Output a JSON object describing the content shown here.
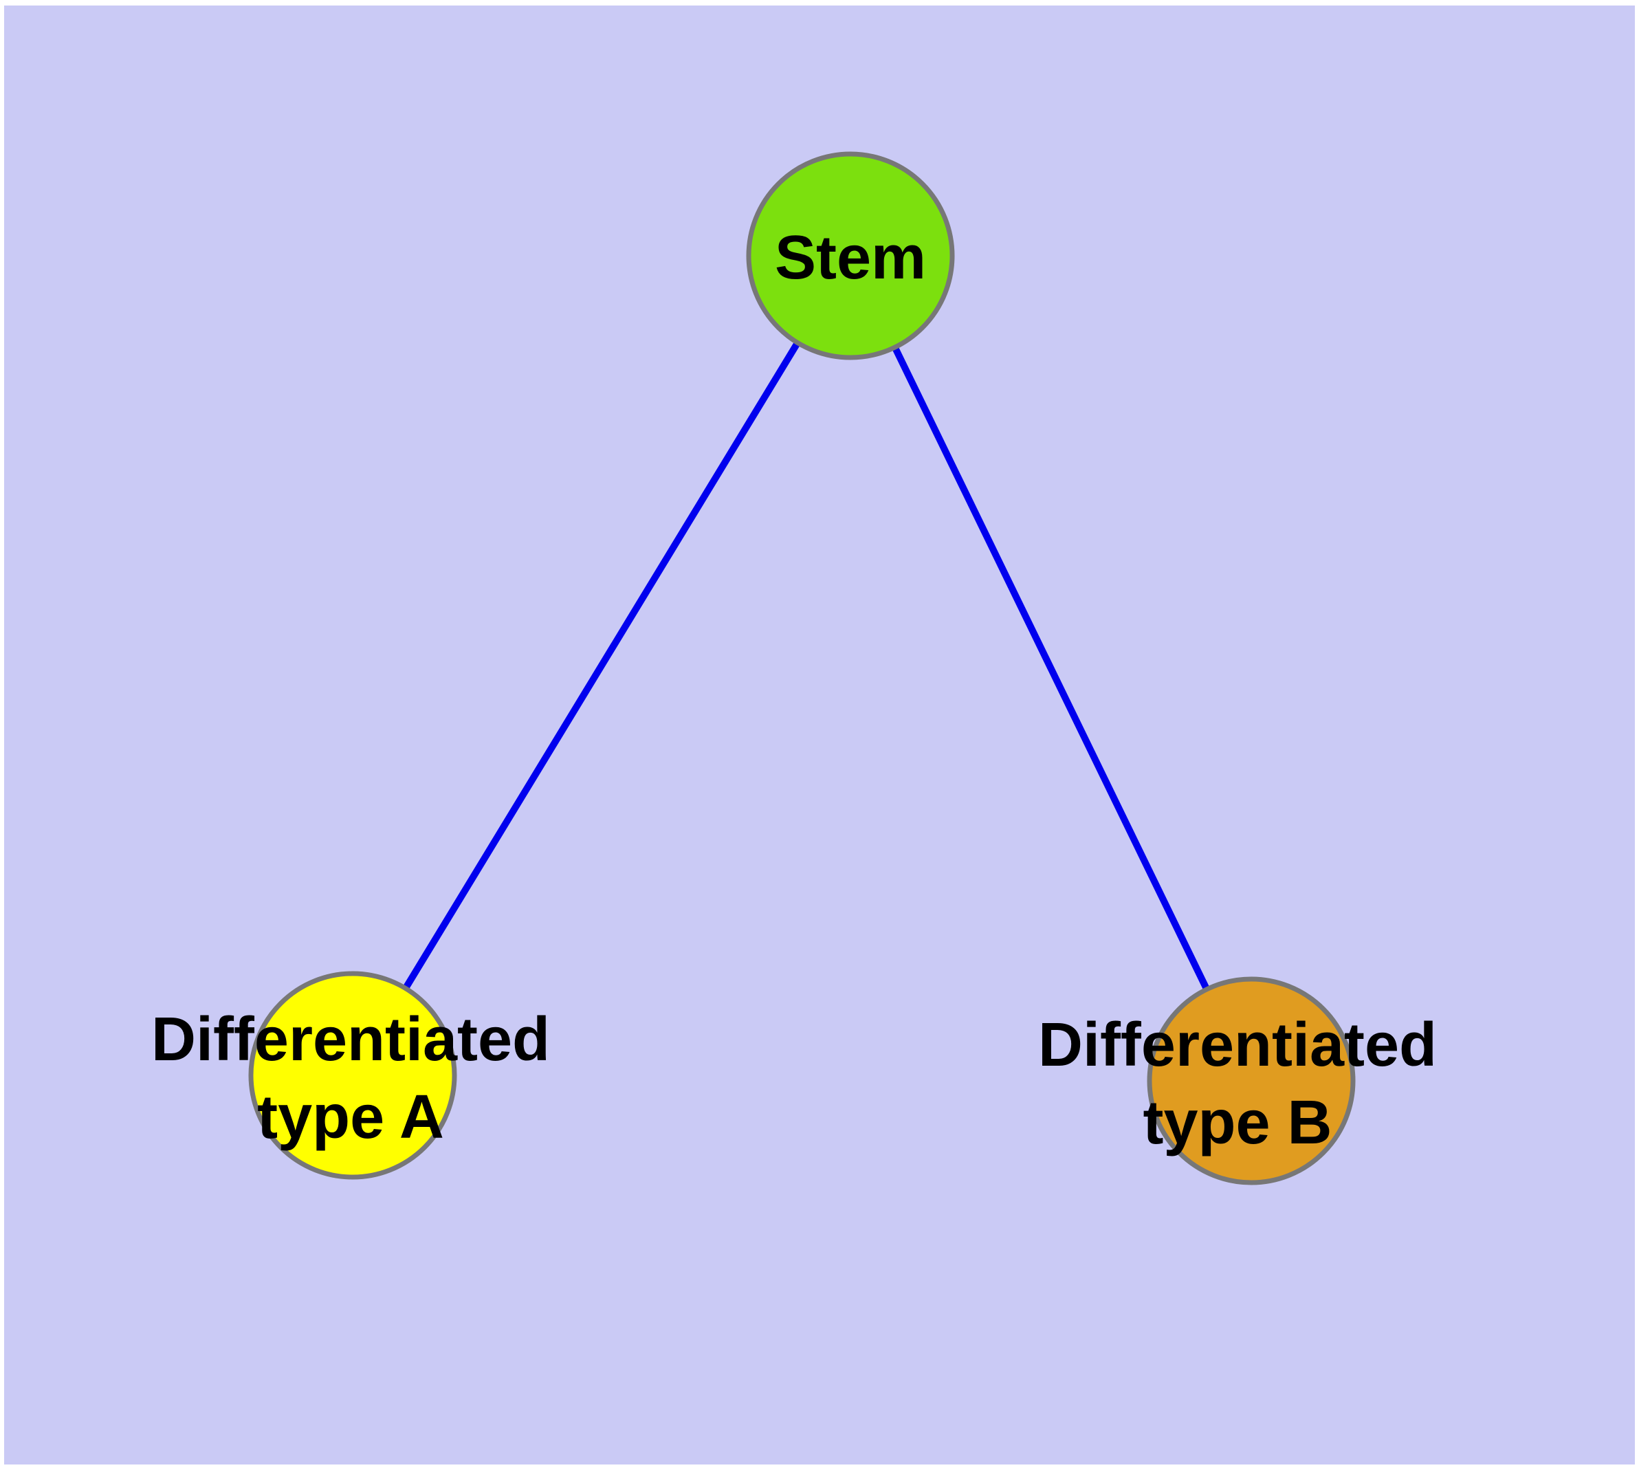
{
  "diagram": {
    "type": "network-graph",
    "background_color": "#cacaf5",
    "margin_color": "#ffffff",
    "edge_color": "#0000ee",
    "node_border_color": "#777777",
    "label_color": "#000000",
    "nodes": [
      {
        "id": "stem",
        "label": "Stem",
        "fill": "#7ce00e"
      },
      {
        "id": "differentiated-type-a",
        "label_line1": "Differentiated",
        "label_line2": "type A",
        "fill": "#ffff00"
      },
      {
        "id": "differentiated-type-b",
        "label_line1": "Differentiated",
        "label_line2": "type B",
        "fill": "#e09c20"
      }
    ],
    "edges": [
      {
        "from": "Stem",
        "to": "Differentiated type A"
      },
      {
        "from": "Stem",
        "to": "Differentiated type B"
      }
    ]
  }
}
